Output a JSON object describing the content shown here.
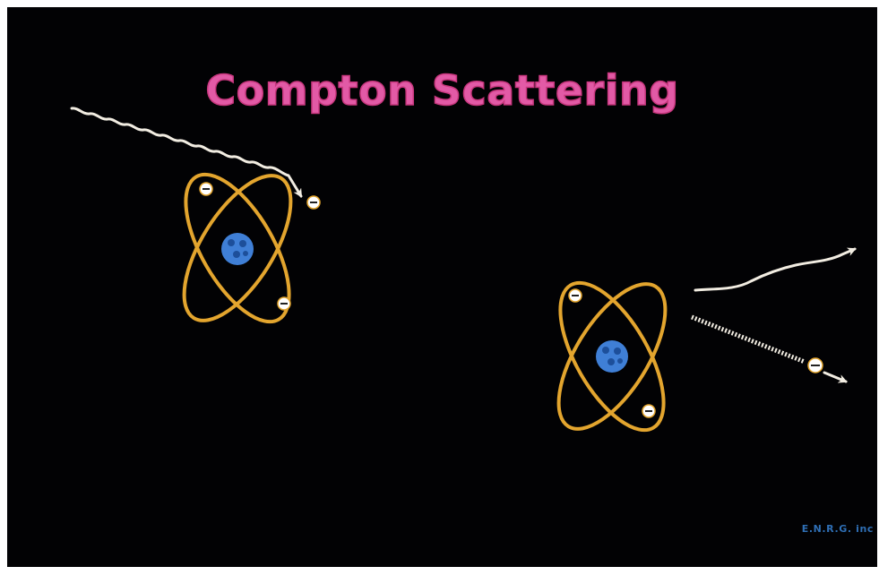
{
  "title": "Compton Scattering",
  "credit": "E.N.R.G. inc",
  "colors": {
    "background": "#020204",
    "title": "#e25aa6",
    "orbit": "#e3a52e",
    "nucleus": "#3f7fd6",
    "photon": "#f2ede2",
    "electron_fill": "#ffffff",
    "credit": "#2f6fb5"
  },
  "elements": {
    "incident_photon": "wavy-arrow",
    "scattered_photon": "wavy-arrow",
    "ejected_electron": "dotted-track-arrow",
    "electron_symbol": "minus-circle"
  }
}
